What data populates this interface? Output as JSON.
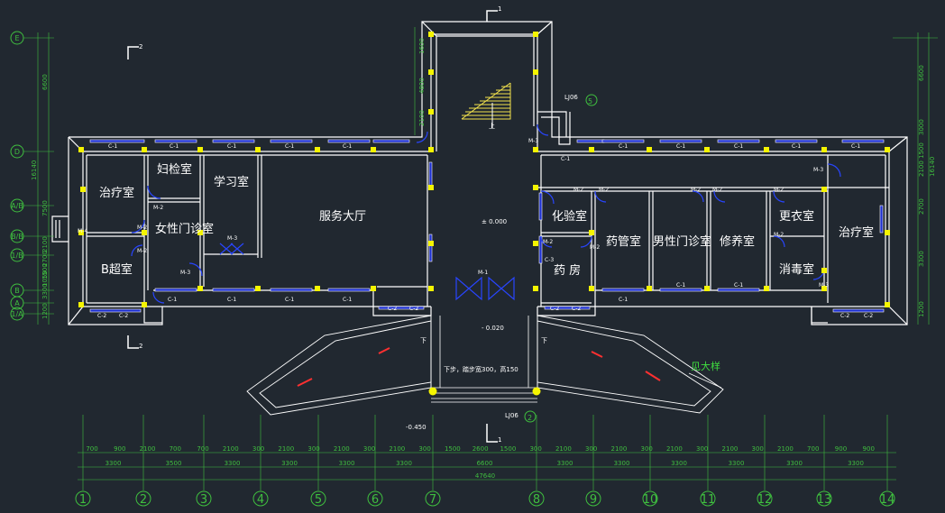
{
  "rooms": {
    "treatment_left": "治疗室",
    "gyn_exam": "妇检室",
    "study": "学习室",
    "service_hall": "服务大厅",
    "female_clinic": "女性门诊室",
    "ultrasound": "B超室",
    "lab": "化验室",
    "pharmacy": "药 房",
    "drug_mgmt": "药管室",
    "male_clinic": "男性门诊室",
    "repair": "修养室",
    "changing": "更衣室",
    "disinfection": "消毒室",
    "treatment_right": "治疗室"
  },
  "window_labels": {
    "c1": "C-1",
    "c2": "C-2",
    "c3": "C-3"
  },
  "door_labels": {
    "m1": "M-1",
    "m2": "M-2",
    "m3": "M-3",
    "m4": "M-4"
  },
  "annotations": {
    "fall_label": "下",
    "ramp_callout": "见大样",
    "ramp_note": "下步，踏步宽300，高150",
    "level_ground": "± 0.000",
    "level_step": "- 0.020",
    "level_outside": "-0.450",
    "stair_label": "上",
    "section_top": "1",
    "section_bottom": "1",
    "section_left_top": "2",
    "section_left_bottom": "2",
    "lj_top": "LJ06",
    "lj_bottom": "LJ06",
    "lj_top_num": "5",
    "lj_bottom_num": "2"
  },
  "axes_bottom": [
    "1",
    "2",
    "3",
    "4",
    "5",
    "6",
    "7",
    "8",
    "9",
    "10",
    "11",
    "12",
    "13",
    "14"
  ],
  "axes_left": [
    "E",
    "D",
    "A/B",
    "B/B",
    "1/B",
    "B",
    "A",
    "1/A"
  ],
  "dimensions": {
    "bottom_row1": [
      "700",
      "900",
      "2100",
      "700",
      "700",
      "2100",
      "300",
      "2100",
      "300",
      "2100",
      "300",
      "2100",
      "300",
      "1500",
      "2600",
      "1500",
      "300",
      "2100",
      "300",
      "2100",
      "300",
      "2100",
      "300",
      "2100",
      "300",
      "2100",
      "700",
      "900",
      "900"
    ],
    "bottom_row2": [
      "3300",
      "3500",
      "3300",
      "3300",
      "3300",
      "3300",
      "6600",
      "3300",
      "3300",
      "3300",
      "3300",
      "3300",
      "3300"
    ],
    "bottom_total": "47640",
    "left_vertical": [
      "6600",
      "16140",
      "7500",
      "2100",
      "2700",
      "1500",
      "1050",
      "3300",
      "1200"
    ],
    "right_vertical": [
      "6600",
      "16140",
      "3000",
      "1500",
      "2100",
      "2700",
      "3300",
      "1200"
    ],
    "top_stair": [
      "1600",
      "4800",
      "2100"
    ]
  }
}
